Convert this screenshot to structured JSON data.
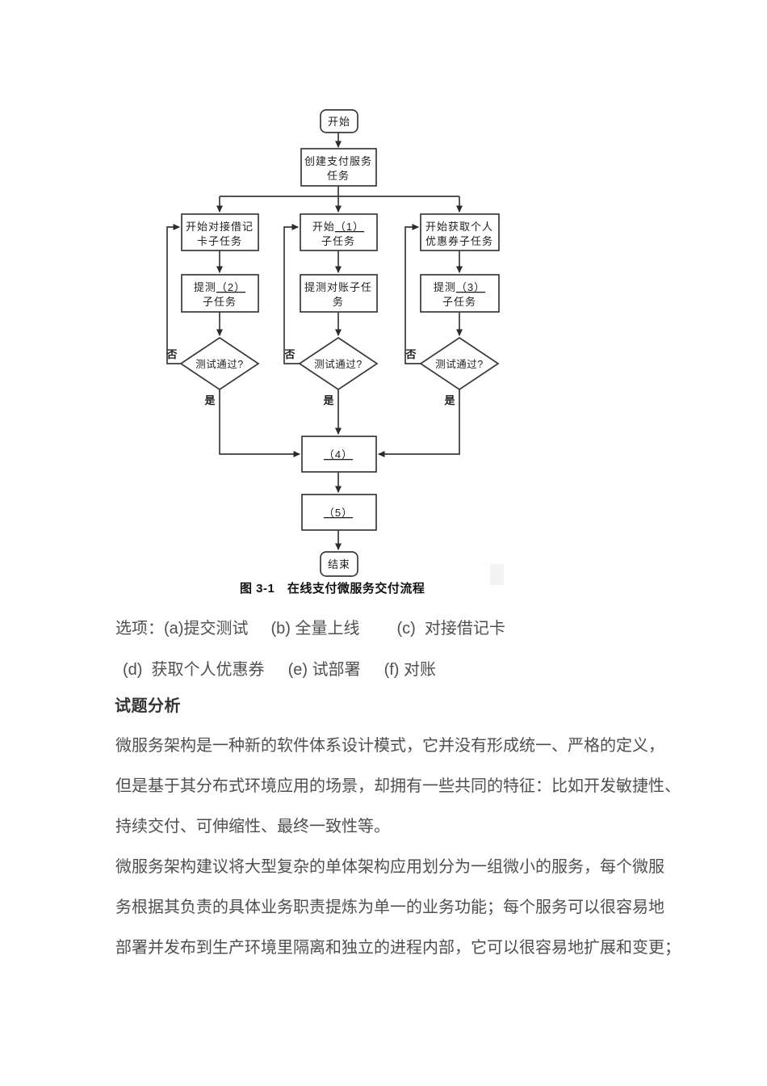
{
  "figure": {
    "caption": "图 3-1　在线支付微服务交付流程",
    "nodes": {
      "start": "开始",
      "create_line1": "创建支付服务",
      "create_line2": "任务",
      "c1r1_line1": "开始对接借记",
      "c1r1_line2": "卡子任务",
      "c2r1_pre": "开始",
      "c2r1_blank": "（1）",
      "c2r1_line2": "子任务",
      "c3r1_line1": "开始获取个人",
      "c3r1_line2": "优惠券子任务",
      "c1r2_pre": "提测",
      "c1r2_blank": "（2）",
      "c1r2_line2": "子任务",
      "c2r2_line1": "提测对账子任",
      "c2r2_line2": "务",
      "c3r2_pre": "提测",
      "c3r2_blank": "（3）",
      "c3r2_line2": "子任务",
      "decision": "测试通过?",
      "no_label": "否",
      "yes_label": "是",
      "blank4": "（4）",
      "blank5": "（5）",
      "end": "结束"
    }
  },
  "options": {
    "row1": [
      "选项：(a)提交测试",
      "(b) 全量上线",
      "(c)  对接借记卡"
    ],
    "row2": [
      "(d)  获取个人优惠券",
      "(e) 试部署",
      "(f) 对账"
    ]
  },
  "analysis": {
    "heading": "试题分析",
    "lines": [
      "微服务架构是一种新的软件体系设计模式，它并没有形成统一、严格的定义，",
      "但是基于其分布式环境应用的场景，却拥有一些共同的特征：比如开发敏捷性、",
      "持续交付、可伸缩性、最终一致性等。",
      "微服务架构建议将大型复杂的单体架构应用划分为一组微小的服务，每个微服",
      "务根据其负责的具体业务职责提炼为单一的业务功能；每个服务可以很容易地",
      "部署并发布到生产环境里隔离和独立的进程内部，它可以很容易地扩展和变更；"
    ]
  },
  "colors": {
    "line": "#3a3a3a",
    "body_text": "#4f4f4f",
    "heading_text": "#333333"
  }
}
